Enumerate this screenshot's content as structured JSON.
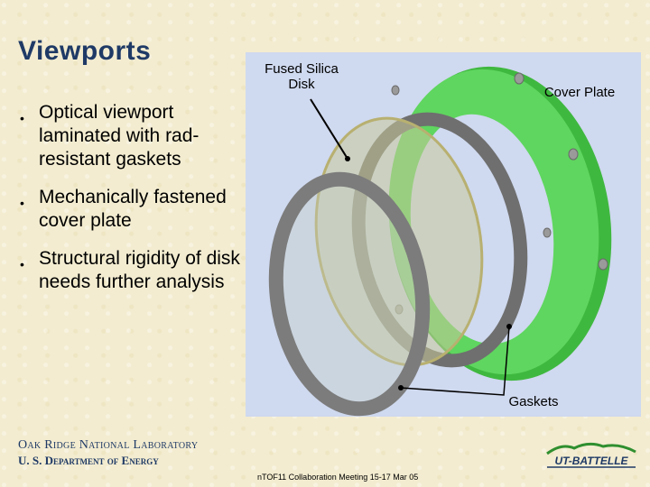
{
  "title": "Viewports",
  "bullet_icon": "•",
  "bullets": [
    "Optical viewport laminated with rad-resistant gaskets",
    "Mechanically fastened cover plate",
    "Structural rigidity of disk needs further analysis"
  ],
  "figure": {
    "labels": {
      "disk": "Fused Silica Disk",
      "cover": "Cover Plate",
      "gaskets": "Gaskets"
    },
    "colors": {
      "background": "#cfd9ef",
      "cover_plate": "#4fcf4f",
      "gasket": "#7c7c7c",
      "disk": "#c8c89a"
    }
  },
  "footer": {
    "lab": "Oak Ridge National Laboratory",
    "doe": "U. S. Department of Energy",
    "meeting": "nTOF11 Collaboration Meeting 15-17 Mar 05",
    "logo_text": "UT-BATTELLE"
  },
  "colors": {
    "title": "#1f3a66",
    "background": "#f3ecd0"
  }
}
